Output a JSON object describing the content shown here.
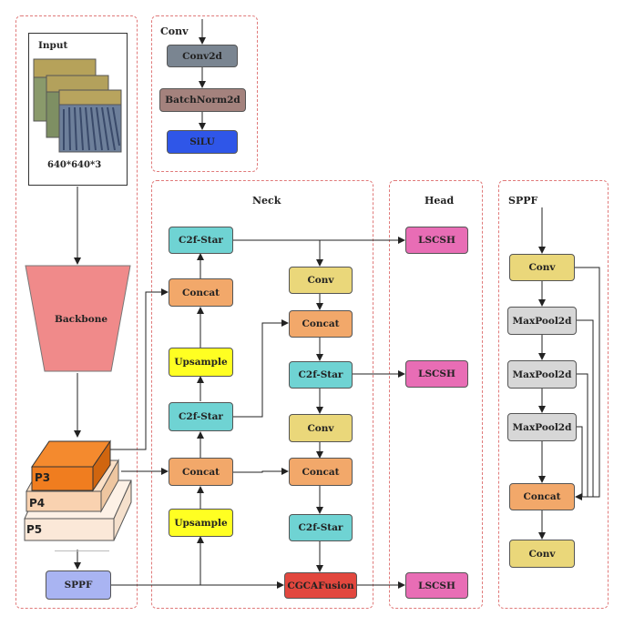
{
  "panels": {
    "conv": "Conv",
    "neck": "Neck",
    "head": "Head",
    "sppf": "SPPF"
  },
  "input": {
    "title": "Input",
    "size": "640*640*3"
  },
  "backbone": {
    "label": "Backbone",
    "levels": [
      "P3",
      "P4",
      "P5"
    ]
  },
  "conv_block": {
    "nodes": [
      "Conv2d",
      "BatchNorm2d",
      "SiLU"
    ]
  },
  "neck_nodes": {
    "c2f_top": "C2f-Star",
    "concat_1": "Concat",
    "upsample_1": "Upsample",
    "c2f_mid": "C2f-Star",
    "concat_2": "Concat",
    "upsample_2": "Upsample",
    "conv_1": "Conv",
    "concat_3": "Concat",
    "c2f_r1": "C2f-Star",
    "conv_2": "Conv",
    "concat_4": "Concat",
    "c2f_r2": "C2f-Star",
    "fusion": "CGCAFusion"
  },
  "head_nodes": [
    "LSCSH",
    "LSCSH",
    "LSCSH"
  ],
  "sppf_main": "SPPF",
  "sppf_nodes": {
    "conv_in": "Conv",
    "pool_1": "MaxPool2d",
    "pool_2": "MaxPool2d",
    "pool_3": "MaxPool2d",
    "concat": "Concat",
    "conv_out": "Conv"
  },
  "colors": {
    "panel_border": "#e07a7a",
    "conv2d": "#7a8591",
    "batchnorm": "#a4827d",
    "silu": "#2f56e8",
    "c2f_star": "#6fd3d3",
    "concat": "#f2a86a",
    "upsample": "#ffff22",
    "conv": "#ead77a",
    "fusion": "#e2473e",
    "lscsh": "#e86db5",
    "maxpool": "#d7d7d7",
    "sppf": "#a9b4f2",
    "backbone": "#f08a8a",
    "p3": "#f07d1f",
    "p4": "#f9d2b0",
    "p5": "#fbe8d8"
  }
}
